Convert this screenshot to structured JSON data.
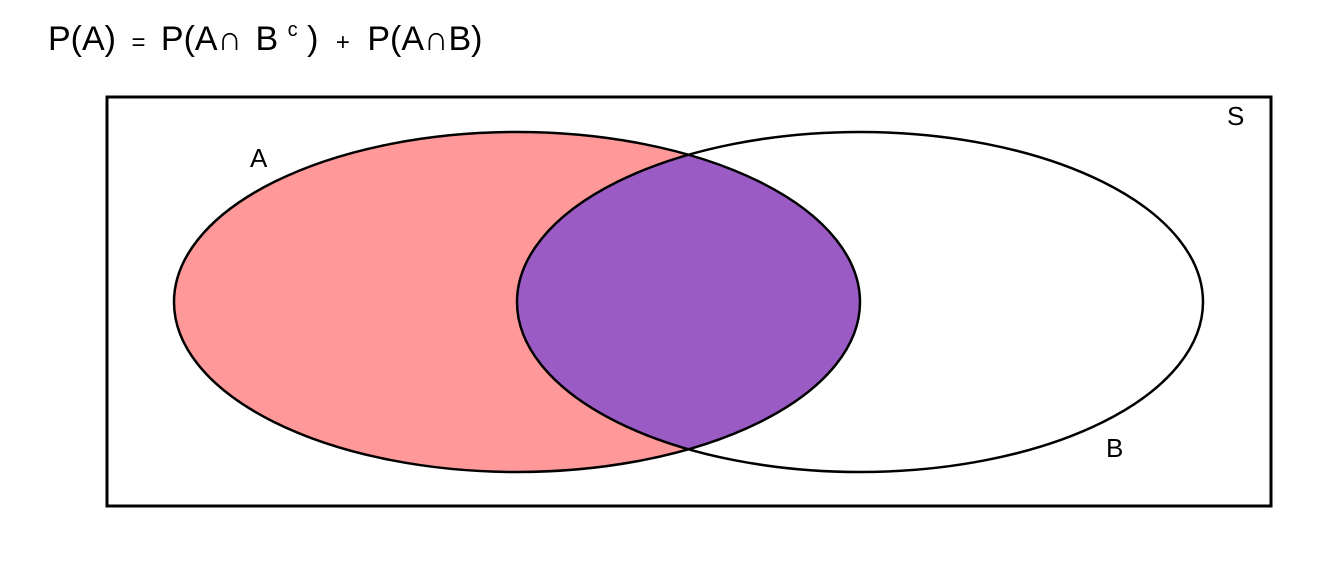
{
  "formula": {
    "lhs": "P(A)",
    "equals": "=",
    "term1_prefix": "P(A∩",
    "term1_set": "B",
    "term1_sup": "c",
    "term1_close": ")",
    "plus": "+",
    "term2": "P(A∩B)"
  },
  "labels": {
    "sample_space": "S",
    "set_a": "A",
    "set_b": "B"
  },
  "colors": {
    "set_a_only": "#ff9999",
    "intersection": "#9a5cc4",
    "outline": "#000000",
    "background": "#ffffff"
  }
}
